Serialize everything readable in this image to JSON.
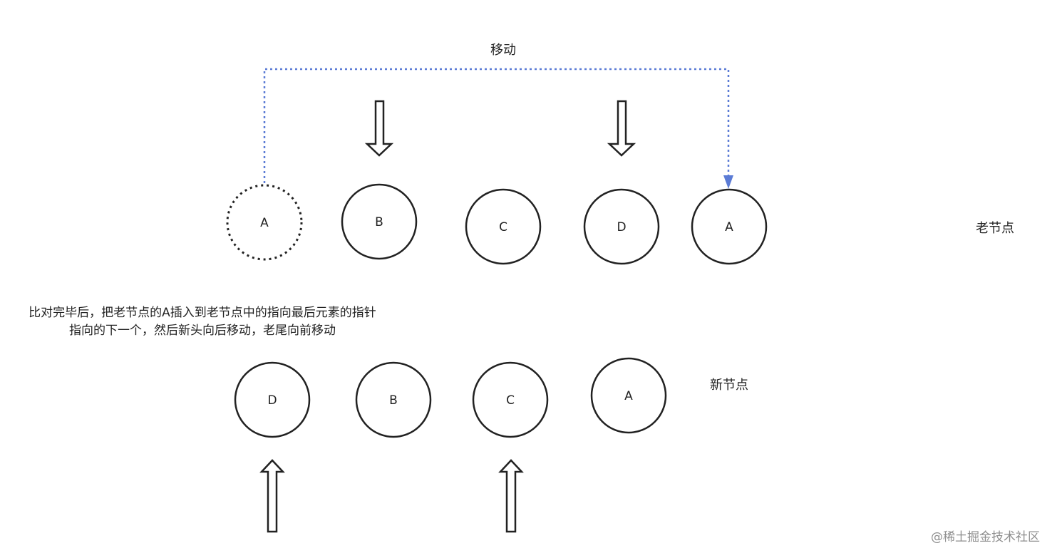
{
  "move_label": "移动",
  "old_nodes": {
    "label": "老节点",
    "items": [
      {
        "letter": "A",
        "style": "dashed-removed"
      },
      {
        "letter": "B",
        "style": "normal"
      },
      {
        "letter": "C",
        "style": "normal"
      },
      {
        "letter": "D",
        "style": "normal"
      },
      {
        "letter": "A",
        "style": "normal"
      }
    ]
  },
  "new_nodes": {
    "label": "新节点",
    "items": [
      {
        "letter": "D"
      },
      {
        "letter": "B"
      },
      {
        "letter": "C"
      },
      {
        "letter": "A"
      }
    ]
  },
  "explanation": "比对完毕后，把老节点的A插入到老节点中的指向最后元素的指针指向的下一个，然后新头向后移动，老尾向前移动",
  "watermark": "@稀土掘金技术社区",
  "colors": {
    "move_arrow": "#5b7bd5",
    "outline": "#222222"
  }
}
